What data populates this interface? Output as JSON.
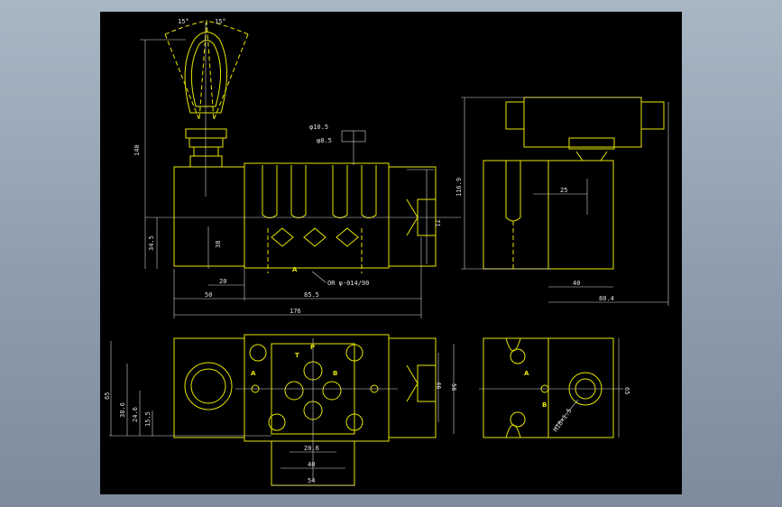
{
  "drawing": {
    "front_view": {
      "angle_left": "15°",
      "angle_right": "15°",
      "dim_total_height": "140",
      "dim_stem_outer": "φ10.5",
      "dim_stem_inner": "φ8.5",
      "dim_side_right": "71",
      "dim_left_height": "34.5",
      "dim_inner_height": "38",
      "dim_20": "20",
      "dim_50": "50",
      "dim_mid": "85.5",
      "dim_total_width": "176",
      "port_a": "A",
      "oring_note": "OR φ-014/90"
    },
    "side_view": {
      "dim_height": "116.9",
      "dim_25": "25",
      "dim_40": "40",
      "dim_width": "80.4"
    },
    "bottom_view": {
      "port_a": "A",
      "port_b": "B",
      "port_p": "P",
      "port_t": "T",
      "dim_outer_height": "65",
      "dim_h1": "38.6",
      "dim_h2": "24.6",
      "dim_h3": "15.5",
      "dim_right_1": "46",
      "dim_right_2": "56",
      "dim_bottom_1": "20.6",
      "dim_bottom_2": "40",
      "dim_bottom_3": "54"
    },
    "right_bottom_view": {
      "port_a": "A",
      "port_b": "B",
      "dim_height": "65",
      "thread_note": "M18×1.5"
    }
  }
}
